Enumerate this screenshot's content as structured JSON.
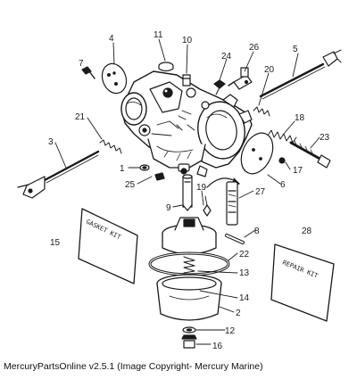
{
  "diagram": {
    "callouts": [
      {
        "id": "1"
      },
      {
        "id": "2"
      },
      {
        "id": "3"
      },
      {
        "id": "4"
      },
      {
        "id": "5"
      },
      {
        "id": "6"
      },
      {
        "id": "7"
      },
      {
        "id": "8"
      },
      {
        "id": "9"
      },
      {
        "id": "10"
      },
      {
        "id": "11"
      },
      {
        "id": "12"
      },
      {
        "id": "13"
      },
      {
        "id": "14"
      },
      {
        "id": "15"
      },
      {
        "id": "16"
      },
      {
        "id": "17a"
      },
      {
        "id": "17b"
      },
      {
        "id": "18"
      },
      {
        "id": "19"
      },
      {
        "id": "20"
      },
      {
        "id": "21"
      },
      {
        "id": "22"
      },
      {
        "id": "23"
      },
      {
        "id": "24"
      },
      {
        "id": "25"
      },
      {
        "id": "26"
      },
      {
        "id": "27"
      },
      {
        "id": "28"
      }
    ],
    "labels": {
      "1": "1",
      "2": "2",
      "3": "3",
      "4": "4",
      "5": "5",
      "6": "6",
      "7": "7",
      "8": "8",
      "9": "9",
      "10": "10",
      "11": "11",
      "12": "12",
      "13": "13",
      "14": "14",
      "15": "15",
      "16": "16",
      "17a": "17",
      "17b": "17",
      "18": "18",
      "19": "19",
      "20": "20",
      "21": "21",
      "22": "22",
      "23": "23",
      "24": "24",
      "25": "25",
      "26": "26",
      "27": "27",
      "28": "28"
    },
    "gasket_kit_label": "GASKET KIT",
    "repair_kit_label": "REPAIR KIT"
  },
  "footer": {
    "text": "MercuryPartsOnline v2.5.1 (Image Copyright- Mercury Marine)"
  }
}
